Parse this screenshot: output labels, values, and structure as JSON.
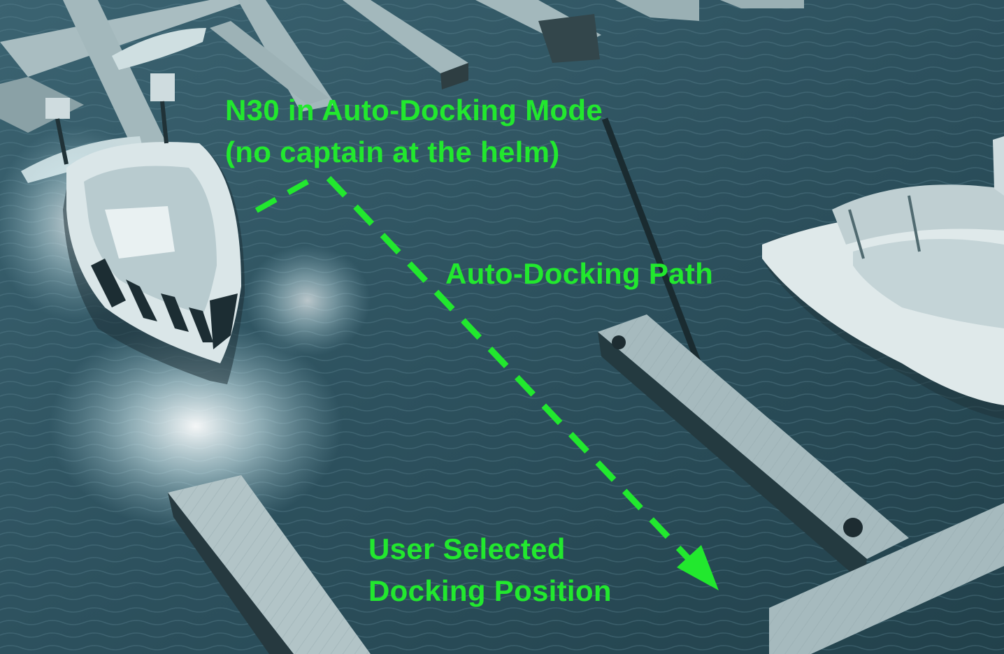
{
  "annotations": {
    "mode_line1": "N30 in Auto-Docking Mode",
    "mode_line2": "(no captain at the helm)",
    "path_label": "Auto-Docking Path",
    "dock_line1": "User Selected",
    "dock_line2": "Docking Position"
  },
  "colors": {
    "annotation": "#22e82e",
    "water": "#2e5360",
    "dock": "#9fb4b8",
    "boat_hull": "#d9e6e8"
  },
  "icons": {
    "arrowhead": "arrow-down-right-icon"
  }
}
